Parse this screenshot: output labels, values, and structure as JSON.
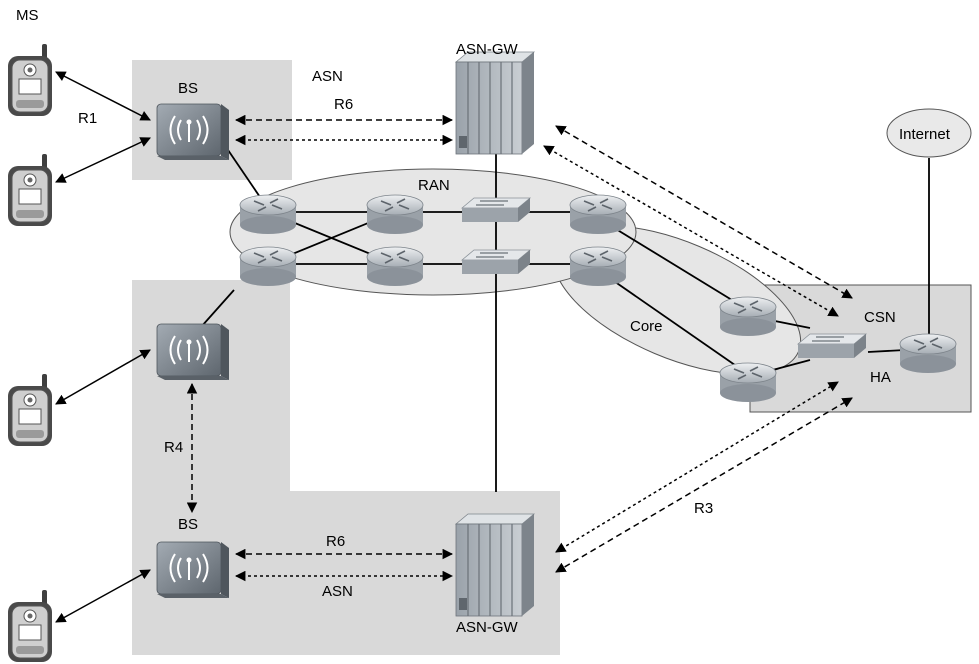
{
  "labels": {
    "ms": "MS",
    "asn_top": "ASN",
    "asn_gw_top": "ASN-GW",
    "bs_top": "BS",
    "r1": "R1",
    "r6_top": "R6",
    "ran": "RAN",
    "internet": "Internet",
    "core": "Core",
    "csn": "CSN",
    "ha": "HA",
    "r4": "R4",
    "bs_bottom": "BS",
    "r6_bottom": "R6",
    "asn_bottom": "ASN",
    "r3": "R3",
    "asn_gw_bottom": "ASN-GW"
  },
  "colors": {
    "region_fill": "#d9d9d9",
    "ellipse_fill": "#e6e6e6",
    "device_dark": "#6f7882",
    "device_light": "#c8ced4",
    "router_light": "#dfe3e6",
    "switch_light": "#d6dadd"
  },
  "icons": {
    "phone": "mobile-phone-icon",
    "base_station": "base-station-icon",
    "router": "router-icon",
    "switch": "switch-icon",
    "gateway": "server-rack-icon",
    "cloud": "internet-cloud-icon"
  }
}
